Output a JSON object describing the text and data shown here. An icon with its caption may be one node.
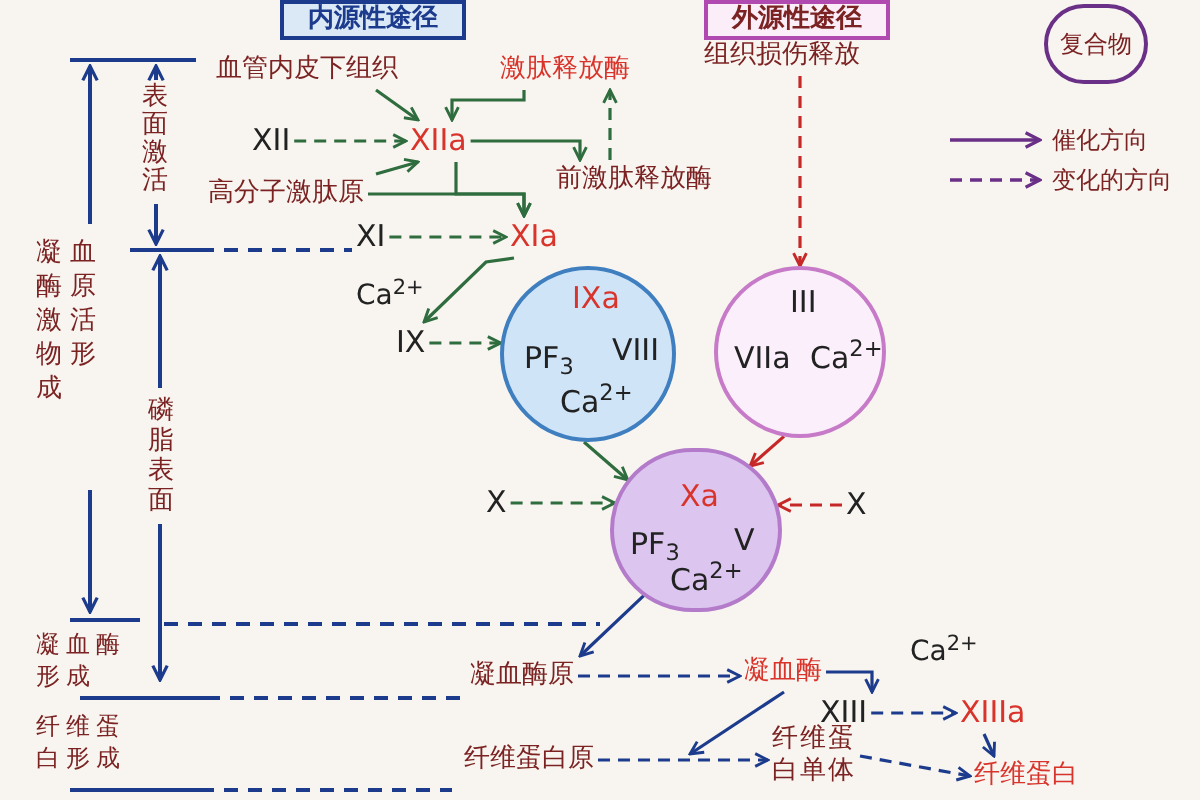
{
  "diagram": {
    "nodes": [
      {
        "text": [
          "内源性途径"
        ]
      },
      {
        "text": [
          "外源性途径"
        ]
      },
      {
        "text": [
          "血管内皮下组织"
        ]
      },
      {
        "text": [
          "激肽释放酶"
        ]
      },
      {
        "text": [
          "XII"
        ]
      },
      {
        "text": [
          "XIIa"
        ]
      },
      {
        "text": [
          "前激肽释放酶"
        ]
      },
      {
        "text": [
          "高分子激肽原"
        ]
      },
      {
        "text": [
          "XI"
        ]
      },
      {
        "text": [
          "XIa"
        ]
      },
      {
        "text": [
          "组织损伤释放"
        ]
      },
      {
        "text": [
          "IXa",
          "PF$_{3}$",
          "VIII",
          "Ca$^{2+}$"
        ]
      },
      {
        "text": [
          "III",
          "VIIa",
          "Ca$^{2+}$"
        ]
      },
      {
        "text": [
          "IX"
        ]
      },
      {
        "text": [
          "X"
        ]
      },
      {
        "text": [
          "Xa",
          "PF$_{3}$",
          "V",
          "Ca$^{2+}$"
        ]
      },
      {
        "text": [
          "X"
        ]
      },
      {
        "text": [
          "凝血酶原"
        ]
      },
      {
        "text": [
          "凝血酶"
        ]
      },
      {
        "text": [
          "XIII"
        ]
      },
      {
        "text": [
          "XIIIa"
        ]
      },
      {
        "text": [
          "纤维蛋白原"
        ]
      },
      {
        "text": [
          "纤维蛋白单体"
        ]
      },
      {
        "text": [
          "纤维蛋白"
        ]
      }
    ],
    "edges": [
      {
        "from": 4,
        "to": 5,
        "arrow": "to",
        "style": "dashed"
      },
      {
        "from": 2,
        "to": 5,
        "arrow": "to"
      },
      {
        "from": 7,
        "to": 5,
        "arrow": "to"
      },
      {
        "from": 3,
        "to": 5,
        "arrow": "to"
      },
      {
        "from": 5,
        "to": 6,
        "arrow": "to"
      },
      {
        "from": 6,
        "to": 3,
        "arrow": "to",
        "style": "dashed"
      },
      {
        "from": 5,
        "to": 9,
        "arrow": "to"
      },
      {
        "from": 7,
        "to": 9,
        "arrow": "to"
      },
      {
        "from": 8,
        "to": 9,
        "arrow": "to",
        "style": "dashed"
      },
      {
        "from": 9,
        "to": 13,
        "arrow": "to"
      },
      {
        "from": 13,
        "to": 11,
        "arrow": "to",
        "style": "dashed"
      },
      {
        "from": 11,
        "to": 15,
        "arrow": "to"
      },
      {
        "from": 14,
        "to": 15,
        "arrow": "to",
        "style": "dashed"
      },
      {
        "from": 10,
        "to": 12,
        "arrow": "to",
        "style": "dashed",
        "color": "#c62828"
      },
      {
        "from": 12,
        "to": 15,
        "arrow": "to",
        "color": "#c62828"
      },
      {
        "from": 16,
        "to": 15,
        "arrow": "to",
        "style": "dashed",
        "color": "#c62828"
      },
      {
        "from": 15,
        "to": 17,
        "arrow": "to",
        "color": "#1d3b8c"
      },
      {
        "from": 17,
        "to": 18,
        "arrow": "to",
        "style": "dashed",
        "color": "#1d3b8c"
      },
      {
        "from": 18,
        "to": 19,
        "arrow": "to",
        "color": "#1d3b8c"
      },
      {
        "from": 18,
        "to": null,
        "arrow": "to",
        "color": "#1d3b8c"
      },
      {
        "from": 19,
        "to": 20,
        "arrow": "to",
        "style": "dashed",
        "color": "#1d3b8c"
      },
      {
        "from": 20,
        "to": 23,
        "arrow": "to",
        "color": "#1d3b8c"
      },
      {
        "from": 21,
        "to": 22,
        "arrow": "to",
        "style": "dashed",
        "color": "#1d3b8c"
      },
      {
        "from": 22,
        "to": 23,
        "arrow": "to",
        "style": "dashed",
        "color": "#1d3b8c"
      }
    ],
    "labels": [
      "表面激活",
      "凝血酶原激活物形成",
      "Ca$^{2+}$",
      "磷脂表面",
      "凝血酶形成",
      "Ca$^{2+}$",
      "纤维蛋白形成"
    ],
    "legend": [
      {
        "text": "复合物"
      },
      {
        "text": "催化方向"
      },
      {
        "text": "变化的方向"
      }
    ]
  }
}
